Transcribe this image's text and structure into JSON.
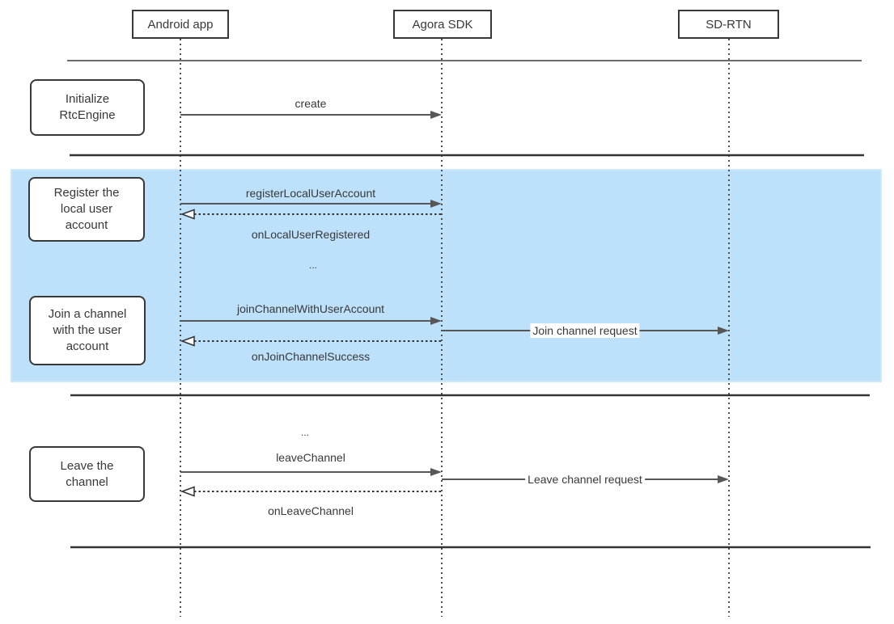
{
  "diagram": {
    "type": "sequence-diagram",
    "actors": [
      {
        "id": "android-app",
        "label": "Android app"
      },
      {
        "id": "agora-sdk",
        "label": "Agora SDK"
      },
      {
        "id": "sd-rtn",
        "label": "SD-RTN"
      }
    ],
    "activities": [
      {
        "id": "initialize",
        "label": "Initialize RtcEngine"
      },
      {
        "id": "register",
        "label": "Register the local user account"
      },
      {
        "id": "join",
        "label": "Join a channel with the user account"
      },
      {
        "id": "leave",
        "label": "Leave the channel"
      }
    ],
    "messages": [
      {
        "label": "create",
        "from": "android-app",
        "to": "agora-sdk",
        "type": "call"
      },
      {
        "label": "registerLocalUserAccount",
        "from": "android-app",
        "to": "agora-sdk",
        "type": "call"
      },
      {
        "label": "onLocalUserRegistered",
        "from": "agora-sdk",
        "to": "android-app",
        "type": "callback"
      },
      {
        "label": "...",
        "from": "",
        "to": "",
        "type": "ellipsis"
      },
      {
        "label": "joinChannelWithUserAccount",
        "from": "android-app",
        "to": "agora-sdk",
        "type": "call"
      },
      {
        "label": "Join channel request",
        "from": "agora-sdk",
        "to": "sd-rtn",
        "type": "call"
      },
      {
        "label": "onJoinChannelSuccess",
        "from": "agora-sdk",
        "to": "android-app",
        "type": "callback"
      },
      {
        "label": "...",
        "from": "",
        "to": "",
        "type": "ellipsis"
      },
      {
        "label": "leaveChannel",
        "from": "android-app",
        "to": "agora-sdk",
        "type": "call"
      },
      {
        "label": "Leave channel request",
        "from": "agora-sdk",
        "to": "sd-rtn",
        "type": "call"
      },
      {
        "label": "onLeaveChannel",
        "from": "agora-sdk",
        "to": "android-app",
        "type": "callback"
      }
    ],
    "colors": {
      "highlight_band": "#bde1fa",
      "arrow": "#575757",
      "box_border": "#383838",
      "text": "#383838",
      "separator_dark": "#333333",
      "separator_gray": "#6b6b6b"
    }
  }
}
